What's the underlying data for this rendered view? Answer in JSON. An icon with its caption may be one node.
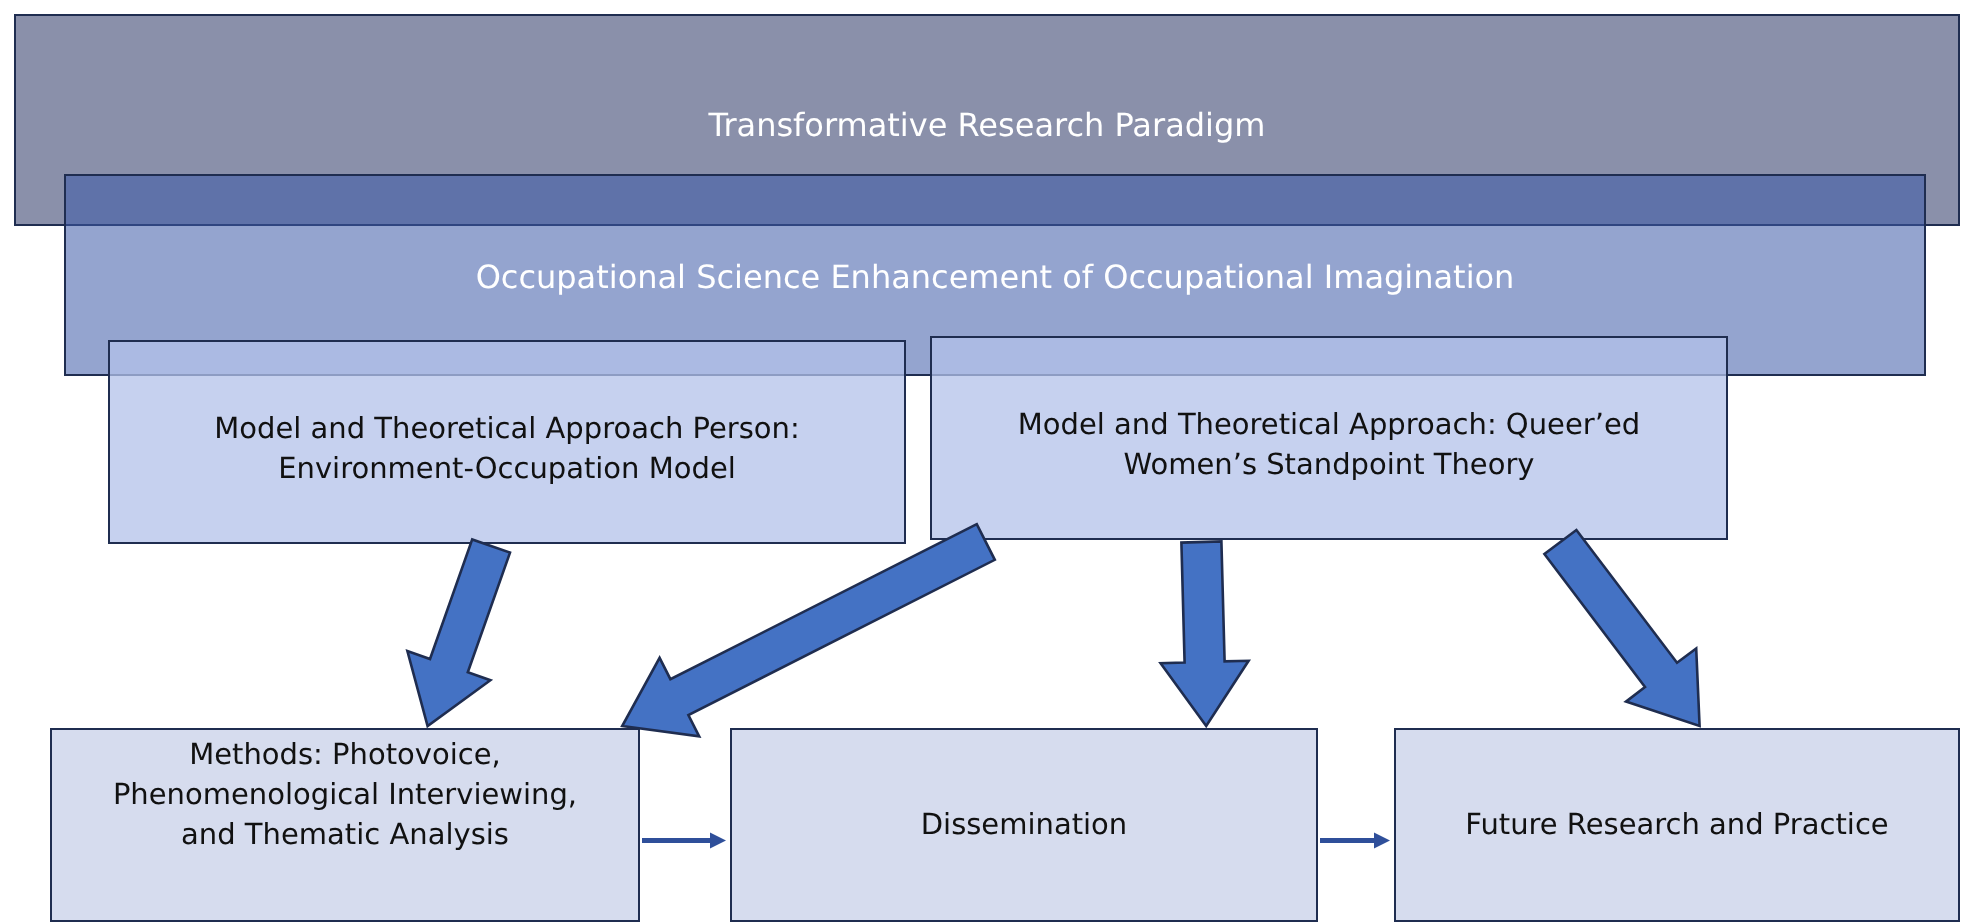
{
  "diagram": {
    "nodes": [
      {
        "text": [
          "Transformative Research Paradigm"
        ]
      },
      {
        "text": [
          "Occupational Science Enhancement of Occupational Imagination"
        ]
      },
      {
        "text": [
          "Model and Theoretical Approach Person: Environment-Occupation Model"
        ]
      },
      {
        "text": [
          "Model and Theoretical Approach: Queer’ed Women’s Standpoint Theory"
        ]
      },
      {
        "text": [
          "Methods: Photovoice, Phenomenological Interviewing, and Thematic Analysis"
        ]
      },
      {
        "text": [
          "Dissemination"
        ]
      },
      {
        "text": [
          "Future Research and Practice"
        ]
      }
    ],
    "edges": [
      {
        "from": 2,
        "to": 4,
        "arrow": "to",
        "style": "thick"
      },
      {
        "from": 3,
        "to": 4,
        "arrow": "to",
        "style": "thick"
      },
      {
        "from": 3,
        "to": 5,
        "arrow": "to",
        "style": "thick"
      },
      {
        "from": 3,
        "to": 6,
        "arrow": "to",
        "style": "thick"
      },
      {
        "from": 4,
        "to": 5,
        "arrow": "to"
      },
      {
        "from": 5,
        "to": 6,
        "arrow": "to"
      }
    ]
  }
}
